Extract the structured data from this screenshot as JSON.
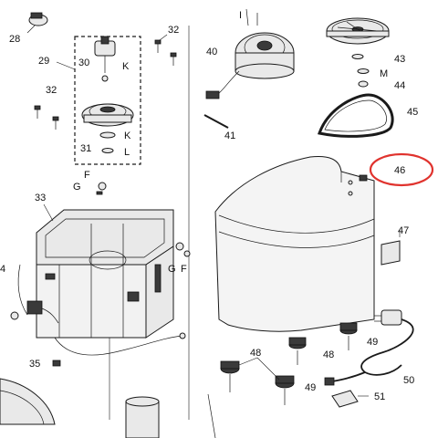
{
  "highlight_color": "#e0332e",
  "labels": {
    "p28": "28",
    "p29": "29",
    "p30": "30",
    "k_top": "K",
    "p32_top": "32",
    "p32_left": "32",
    "p31": "31",
    "k_mid": "K",
    "l": "L",
    "f_left": "F",
    "g_left": "G",
    "p33": "33",
    "p4": "4",
    "g_right": "G",
    "f_right": "F",
    "p35": "35",
    "i": "I",
    "p40": "40",
    "p41": "41",
    "p43": "43",
    "m": "M",
    "p44": "44",
    "p45": "45",
    "p46": "46",
    "p47": "47",
    "p48_a": "48",
    "p48_b": "48",
    "p49_a": "49",
    "p49_b": "49",
    "p50": "50",
    "p51": "51"
  }
}
